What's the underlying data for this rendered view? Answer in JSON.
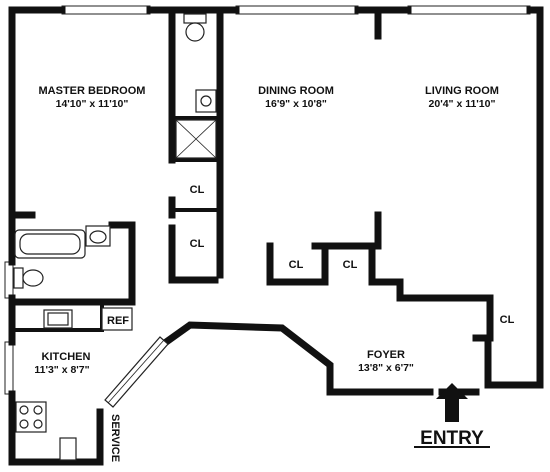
{
  "rooms": {
    "master_bedroom": {
      "name": "MASTER BEDROOM",
      "dims": "14'10\" x 11'10\""
    },
    "dining_room": {
      "name": "DINING ROOM",
      "dims": "16'9\" x 10'8\""
    },
    "living_room": {
      "name": "LIVING ROOM",
      "dims": "20'4\" x 11'10\""
    },
    "kitchen": {
      "name": "KITCHEN",
      "dims": "11'3\" x 8'7\""
    },
    "foyer": {
      "name": "FOYER",
      "dims": "13'8\" x 6'7\""
    }
  },
  "closets": {
    "bath_cl_1": "CL",
    "bath_cl_2": "CL",
    "dining_cl_1": "CL",
    "dining_cl_2": "CL",
    "foyer_cl": "CL"
  },
  "appliances": {
    "ref": "REF"
  },
  "labels": {
    "service": "SERVICE",
    "entry": "ENTRY"
  }
}
